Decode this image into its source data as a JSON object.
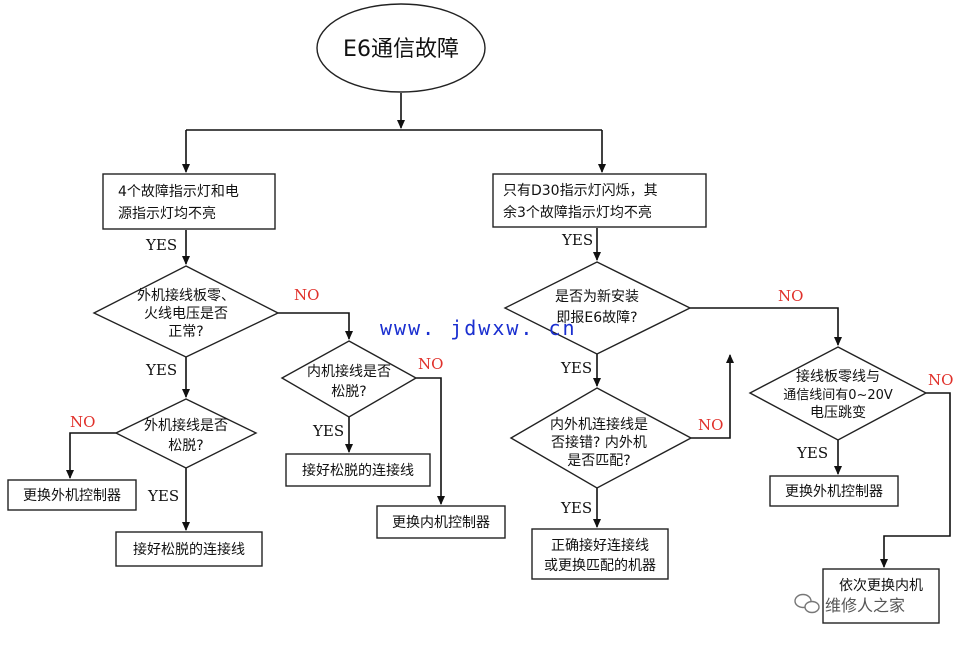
{
  "start": {
    "text": "E6通信故障"
  },
  "branch_left": {
    "lines": [
      "4个故障指示灯和电",
      "源指示灯均不亮"
    ]
  },
  "branch_right": {
    "lines": [
      "只有D30指示灯闪烁，其",
      "余3个故障指示灯均不亮"
    ]
  },
  "decisions": {
    "outdoor_voltage": {
      "lines": [
        "外机接线板零、",
        "火线电压是否",
        "正常?"
      ]
    },
    "outdoor_loose": {
      "lines": [
        "外机接线是否",
        "松脱?"
      ]
    },
    "indoor_loose": {
      "lines": [
        "内机接线是否",
        "松脱?"
      ]
    },
    "new_install": {
      "lines": [
        "是否为新安装",
        "即报E6故障?"
      ]
    },
    "wiring_match": {
      "lines": [
        "内外机连接线是",
        "否接错? 内外机",
        "是否匹配?"
      ]
    },
    "board_voltage": {
      "lines": [
        "接线板零线与",
        "通信线间有0~20V",
        "电压跳变"
      ]
    }
  },
  "actions": {
    "replace_outdoor_1": {
      "text": "更换外机控制器"
    },
    "reconnect_1": {
      "text": "接好松脱的连接线"
    },
    "reconnect_2": {
      "text": "接好松脱的连接线"
    },
    "replace_indoor": {
      "text": "更换内机控制器"
    },
    "correct_wiring": {
      "lines": [
        "正确接好连接线",
        "或更换匹配的机器"
      ]
    },
    "replace_outdoor_2": {
      "text": "更换外机控制器"
    },
    "replace_in_order": {
      "lines": [
        "依次更换内机",
        ""
      ]
    }
  },
  "edge_labels": {
    "yes": "YES",
    "no": "NO"
  },
  "watermark": {
    "url": "www. jdwxw. cn",
    "brand": "维修人之家"
  },
  "colors": {
    "no_label": "#e0302a",
    "url": "#1a2fd0",
    "line": "#111111"
  }
}
